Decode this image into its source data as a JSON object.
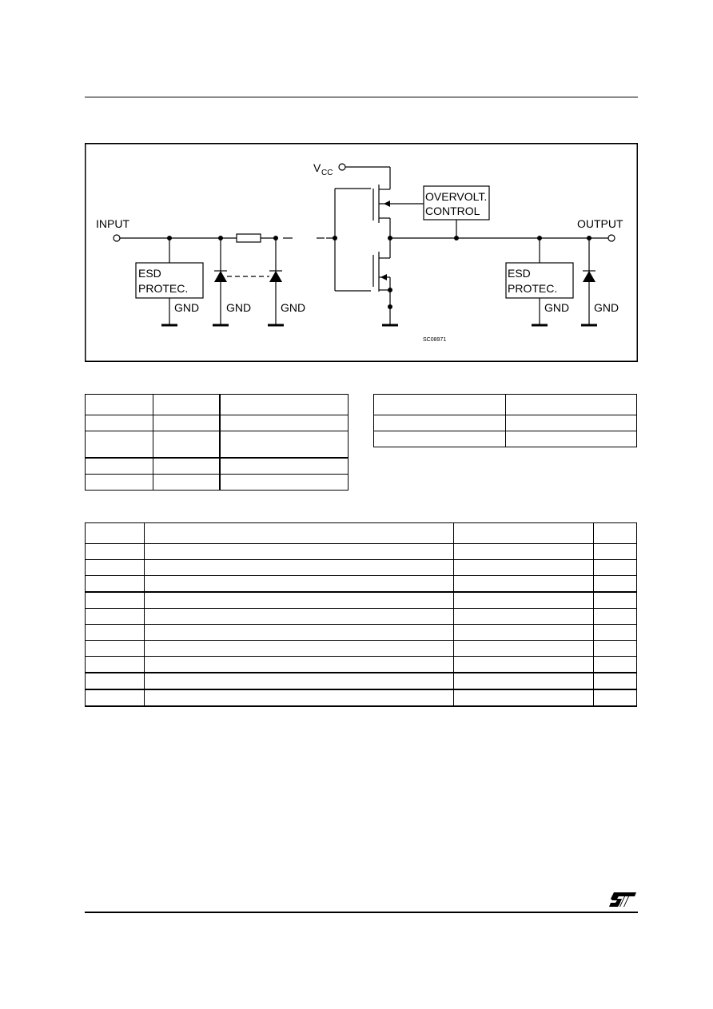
{
  "schematic": {
    "vcc_label": "V",
    "vcc_subscript": "CC",
    "input_label": "INPUT",
    "output_label": "OUTPUT",
    "overvolt_line1": "OVERVOLT.",
    "overvolt_line2": "CONTROL",
    "esd_line1": "ESD",
    "esd_line2": "PROTEC.",
    "gnd_label": "GND",
    "figure_code": "SC08971"
  },
  "tables": {
    "table_a": {
      "rows": [
        [
          "",
          "",
          ""
        ],
        [
          "",
          "",
          ""
        ],
        [
          "",
          "",
          ""
        ],
        [
          "",
          "",
          ""
        ],
        [
          "",
          "",
          ""
        ]
      ]
    },
    "table_b": {
      "rows": [
        [
          "",
          ""
        ],
        [
          "",
          ""
        ],
        [
          "",
          ""
        ]
      ]
    },
    "table_c": {
      "rows": [
        [
          "",
          "",
          "",
          ""
        ],
        [
          "",
          "",
          "",
          ""
        ],
        [
          "",
          "",
          "",
          ""
        ],
        [
          "",
          "",
          "",
          ""
        ],
        [
          "",
          "",
          "",
          ""
        ],
        [
          "",
          "",
          "",
          ""
        ],
        [
          "",
          "",
          "",
          ""
        ],
        [
          "",
          "",
          "",
          ""
        ],
        [
          "",
          "",
          "",
          ""
        ],
        [
          "",
          "",
          "",
          ""
        ],
        [
          "",
          "",
          "",
          ""
        ]
      ]
    }
  },
  "logo": {
    "icon": "st-logo-icon"
  }
}
